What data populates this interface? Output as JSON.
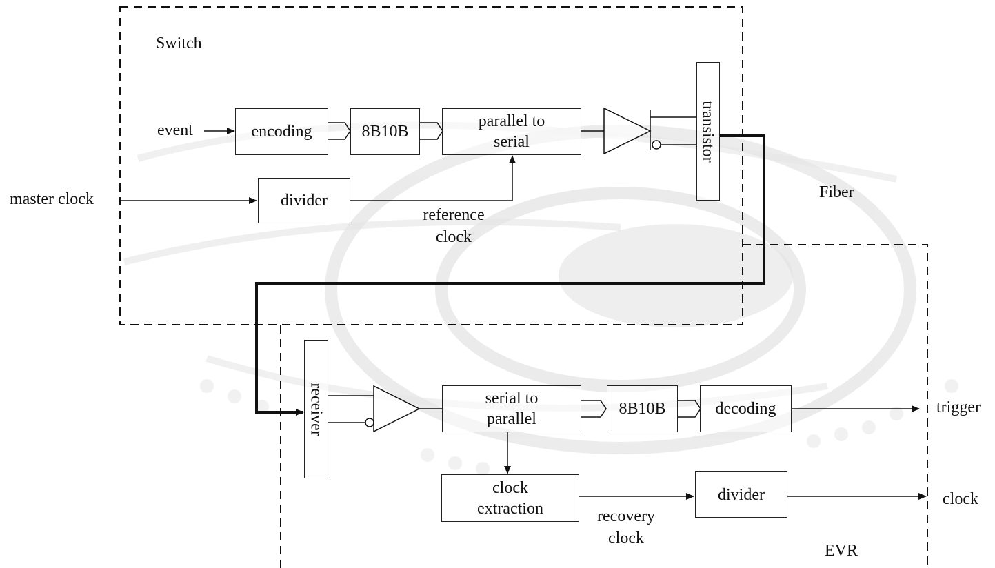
{
  "regions": {
    "switch": "Switch",
    "evr": "EVR",
    "fiber": "Fiber"
  },
  "inputs": {
    "event": "event",
    "master_clock": "master clock"
  },
  "switch_blocks": {
    "encoding": "encoding",
    "encoder": "8B10B",
    "parallel_to_serial": "parallel to serial",
    "divider": "divider",
    "transistor": "transistor"
  },
  "evr_blocks": {
    "receiver": "receiver",
    "serial_to_parallel": "serial to parallel",
    "decoder": "8B10B",
    "decoding": "decoding",
    "clock_extraction": "clock extraction",
    "divider": "divider"
  },
  "signals": {
    "reference_clock": "reference clock",
    "recovery_clock": "recovery clock"
  },
  "outputs": {
    "trigger": "trigger",
    "clock": "clock"
  },
  "colors": {
    "line": "#111111",
    "background_art": "#d9d9d9"
  }
}
